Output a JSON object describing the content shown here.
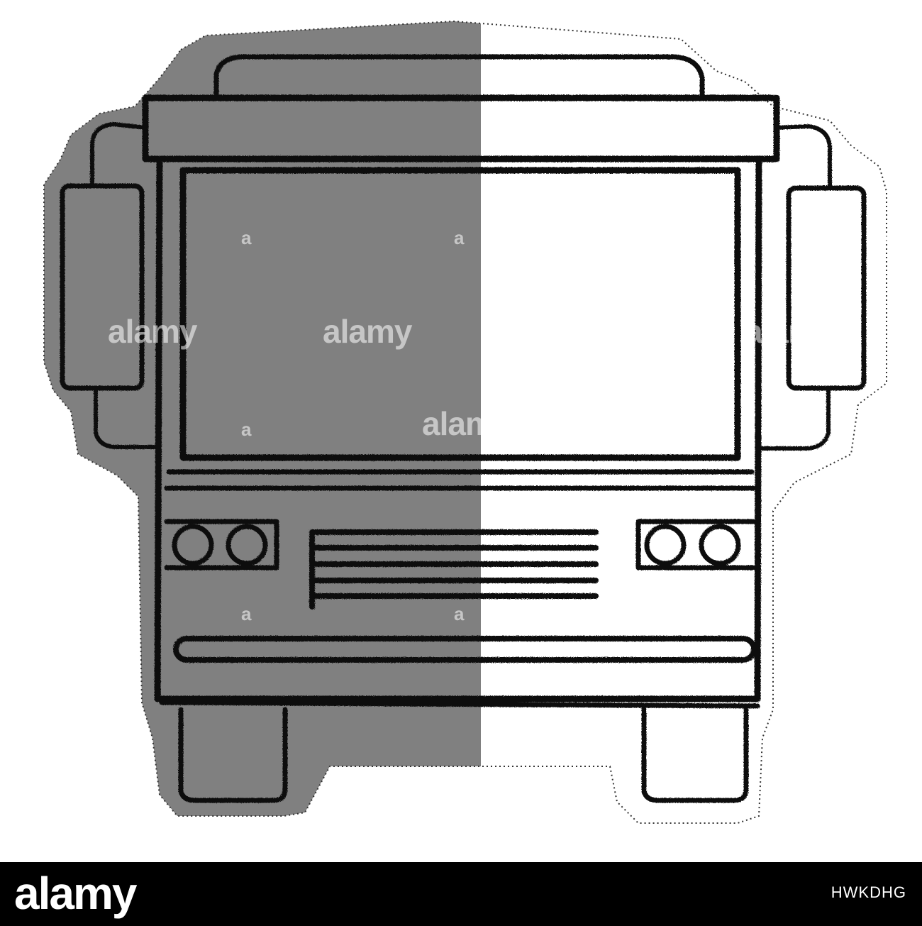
{
  "illustration": {
    "subject": "bus-front",
    "colors": {
      "shadow": "#808080",
      "outline": "#111111",
      "background": "#ffffff",
      "cut_line": "#333333"
    }
  },
  "watermark": {
    "text_small": "a",
    "text_large": "alamy",
    "text_partial": "alam"
  },
  "footer": {
    "logo": "alamy",
    "image_id": "HWKDHG",
    "background": "#000000"
  }
}
